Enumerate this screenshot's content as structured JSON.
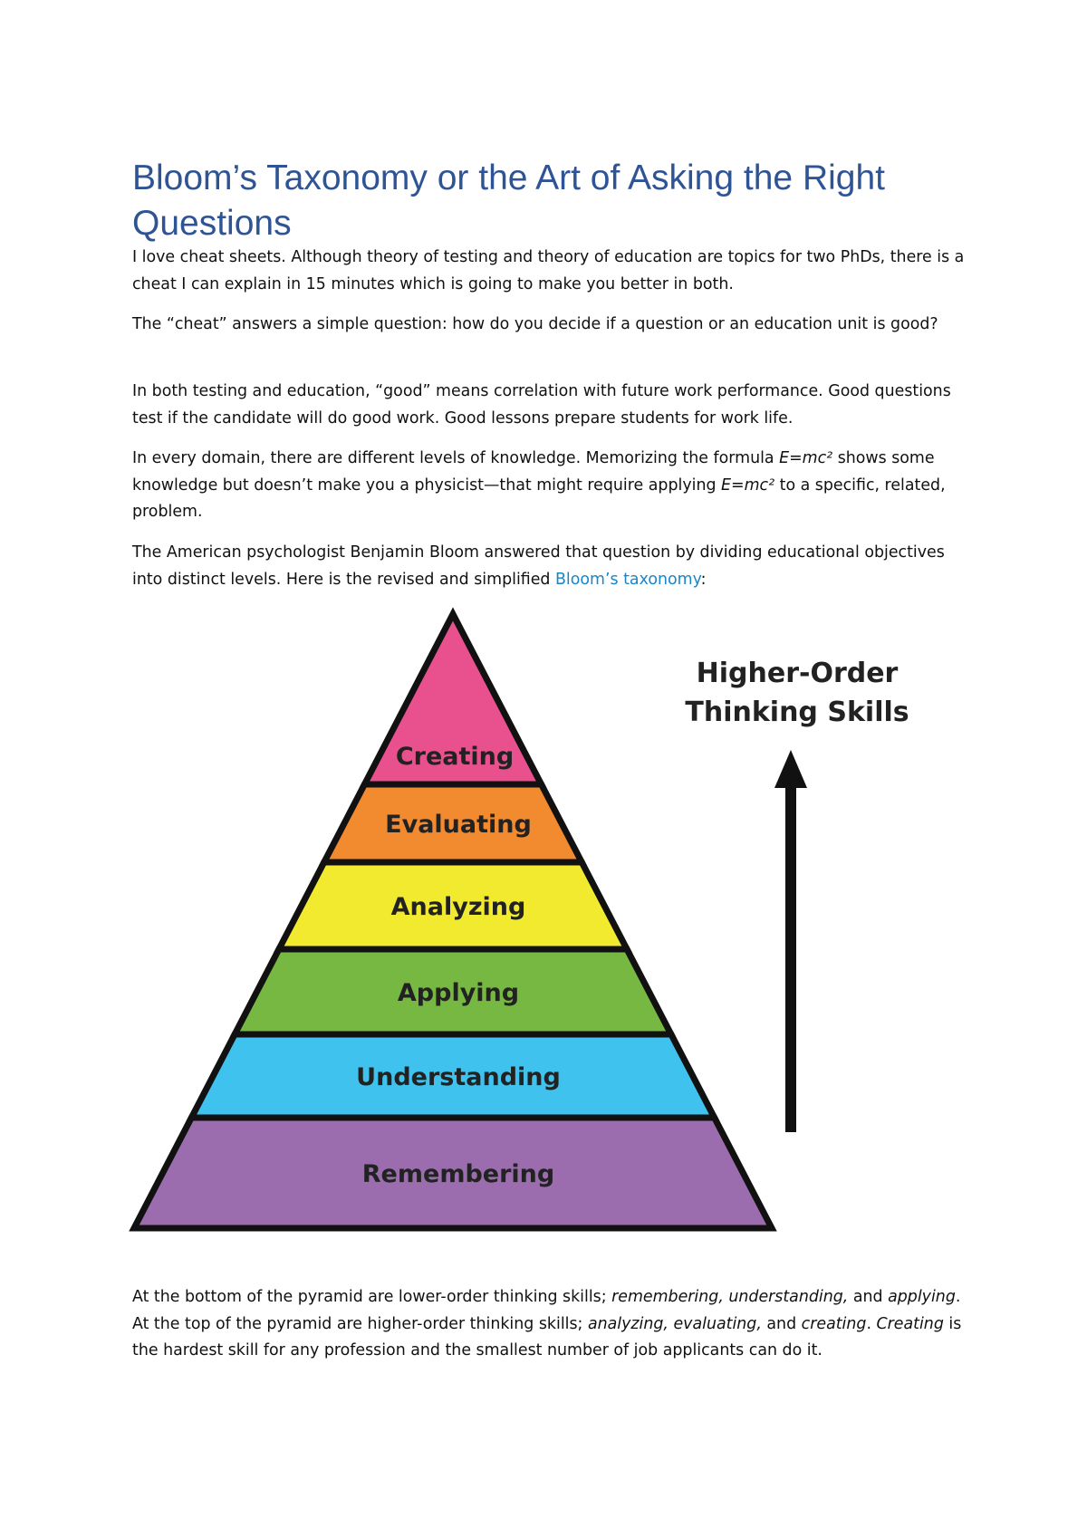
{
  "document": {
    "title": "Bloom’s Taxonomy or the Art of Asking the Right Questions",
    "p1": "I love cheat sheets. Although theory of testing and theory of education are topics for two PhDs, there is a cheat I can explain in 15 minutes which is going to make you better in both.",
    "p2": "The “cheat” answers a simple question: how do you decide if a question or an education unit is good?",
    "p3": "In both testing and education, “good” means correlation with future work performance. Good questions test if the candidate will do good work. Good lessons prepare students for work life.",
    "p4": {
      "a": "In every domain, there are different levels of knowledge. Memorizing the formula ",
      "formula1": "E=mc²",
      "b": " shows some knowledge but doesn’t make you a physicist—that might require applying ",
      "formula2": "E=mc²",
      "c": " to a specific, related, problem."
    },
    "p5": {
      "a": "The American psychologist Benjamin Bloom answered that question by dividing educational objectives into distinct levels. Here is the revised and simplified ",
      "link": "Bloom’s taxonomy",
      "b": ":"
    },
    "p6": {
      "a": "At the bottom of the pyramid are lower-order thinking skills; ",
      "e1": "remembering, understanding,",
      "b": " and ",
      "e2": "applying",
      "c": ". At the top of the pyramid are higher-order thinking skills; ",
      "e3": "analyzing, evaluating,",
      "d": " and ",
      "e4": "creating",
      "e": ". ",
      "e5": "Creating",
      "f": " is the hardest skill for any profession and the smallest number of job applicants can do it."
    }
  },
  "pyramid": {
    "arrow_label_line1": "Higher-Order",
    "arrow_label_line2": "Thinking Skills",
    "levels": [
      {
        "label": "Creating",
        "color": "#e8508e"
      },
      {
        "label": "Evaluating",
        "color": "#f28a30"
      },
      {
        "label": "Analyzing",
        "color": "#f2ea2e"
      },
      {
        "label": "Applying",
        "color": "#77b843"
      },
      {
        "label": "Understanding",
        "color": "#3fc3ee"
      },
      {
        "label": "Remembering",
        "color": "#9b6daf"
      }
    ]
  }
}
